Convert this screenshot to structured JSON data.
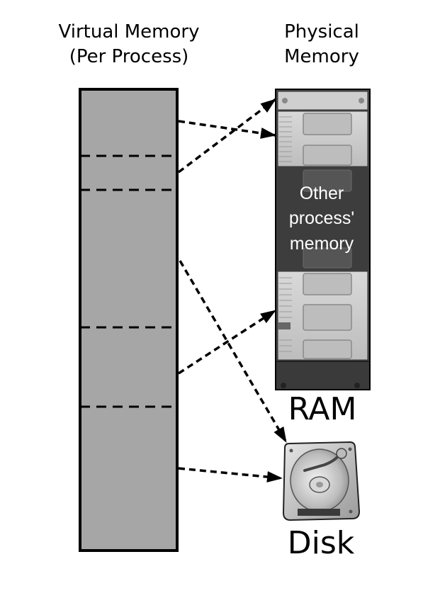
{
  "virtual_memory": {
    "title_line1": "Virtual Memory",
    "title_line2": "(Per Process)",
    "fill_color": "#a6a6a6"
  },
  "physical_memory": {
    "title_line1": "Physical",
    "title_line2": "Memory"
  },
  "ram": {
    "label": "RAM",
    "other_process_line1": "Other",
    "other_process_line2": "process'",
    "other_process_line3": "memory",
    "icon": "ram-module-icon"
  },
  "disk": {
    "label": "Disk",
    "icon": "hard-disk-icon"
  }
}
